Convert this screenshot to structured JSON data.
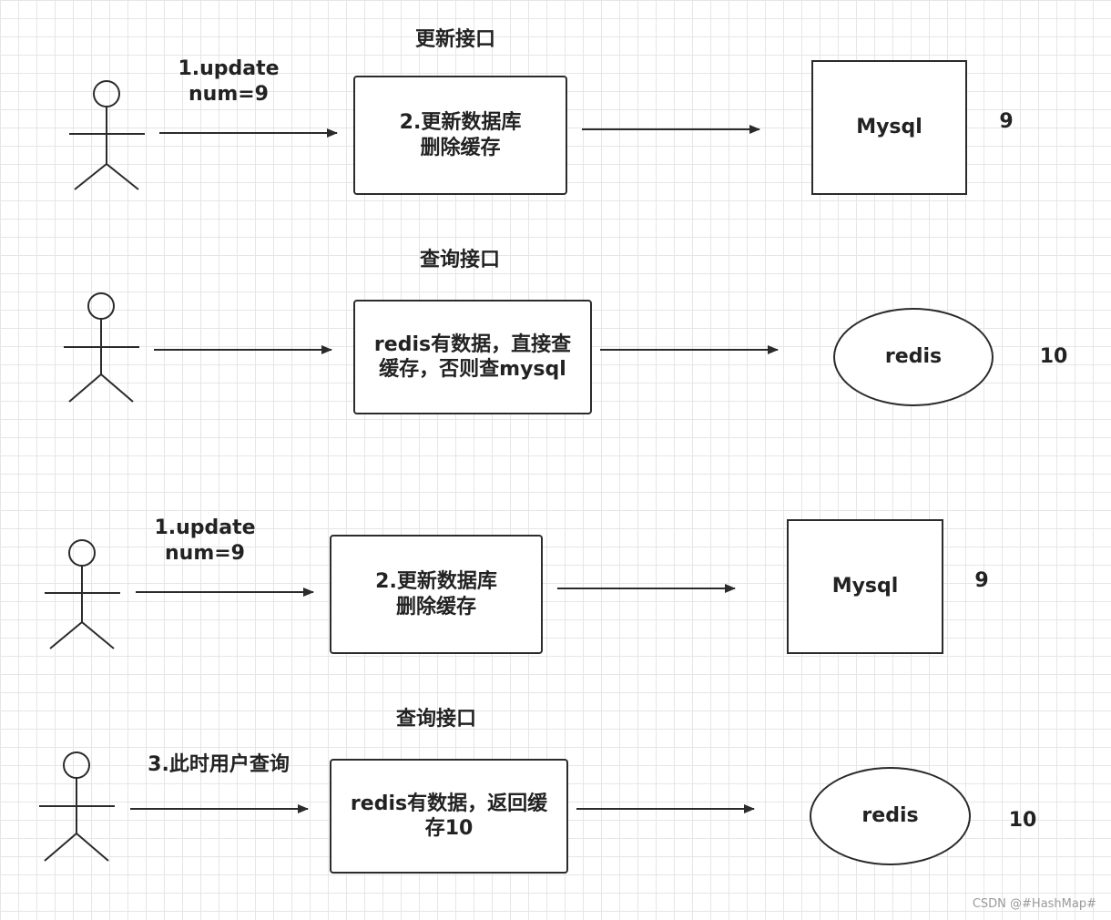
{
  "sections": [
    {
      "title": "更新接口",
      "arrow_label": "1.update\nnum=9",
      "process": "2.更新数据库\n删除缓存",
      "store": "Mysql",
      "store_value": "9"
    },
    {
      "title": "查询接口",
      "arrow_label": "",
      "process": "redis有数据，直接查\n缓存，否则查mysql",
      "store": "redis",
      "store_value": "10"
    },
    {
      "title": "",
      "arrow_label": "1.update\nnum=9",
      "process": "2.更新数据库\n删除缓存",
      "store": "Mysql",
      "store_value": "9"
    },
    {
      "title": "查询接口",
      "arrow_label": "3.此时用户查询",
      "process": "redis有数据，返回缓\n存10",
      "store": "redis",
      "store_value": "10"
    }
  ],
  "watermark": "CSDN @#HashMap#"
}
